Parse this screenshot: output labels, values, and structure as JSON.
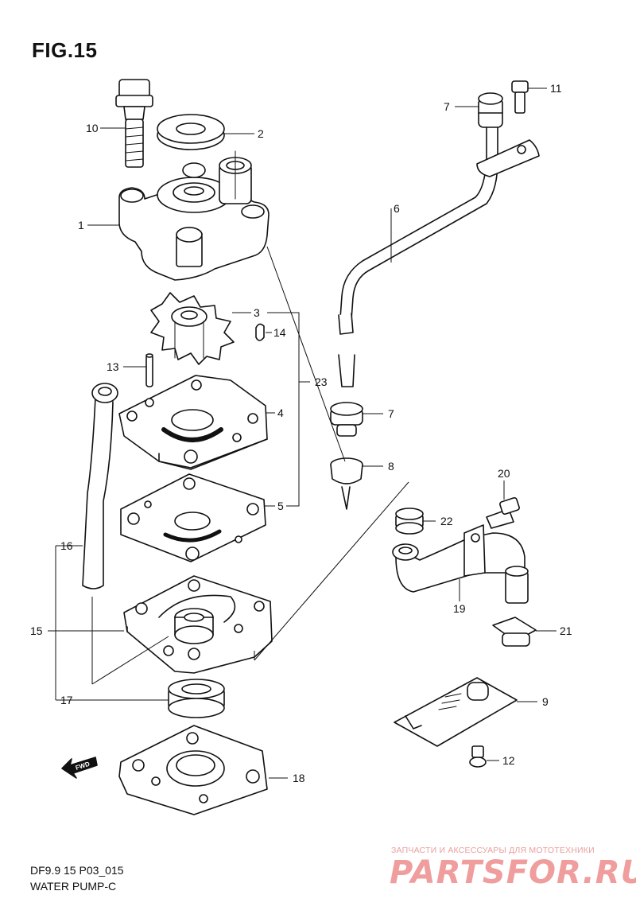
{
  "figure": {
    "title": "FIG.15",
    "code": "DF9.9 15 P03_015",
    "subtitle": "WATER PUMP-C"
  },
  "fwd_label": "FWD",
  "watermark": {
    "line1": "ЗАПЧАСТИ И АКСЕССУАРЫ ДЛЯ МОТОТЕХНИКИ",
    "line2": "PARTSFOR.RU"
  },
  "callouts": {
    "p1": "1",
    "p2": "2",
    "p3": "3",
    "p4": "4",
    "p5": "5",
    "p6": "6",
    "p7a": "7",
    "p7b": "7",
    "p8": "8",
    "p9": "9",
    "p10": "10",
    "p11": "11",
    "p12": "12",
    "p13": "13",
    "p14": "14",
    "p15": "15",
    "p16": "16",
    "p17": "17",
    "p18": "18",
    "p19": "19",
    "p20": "20",
    "p21": "21",
    "p22": "22",
    "p23": "23"
  }
}
